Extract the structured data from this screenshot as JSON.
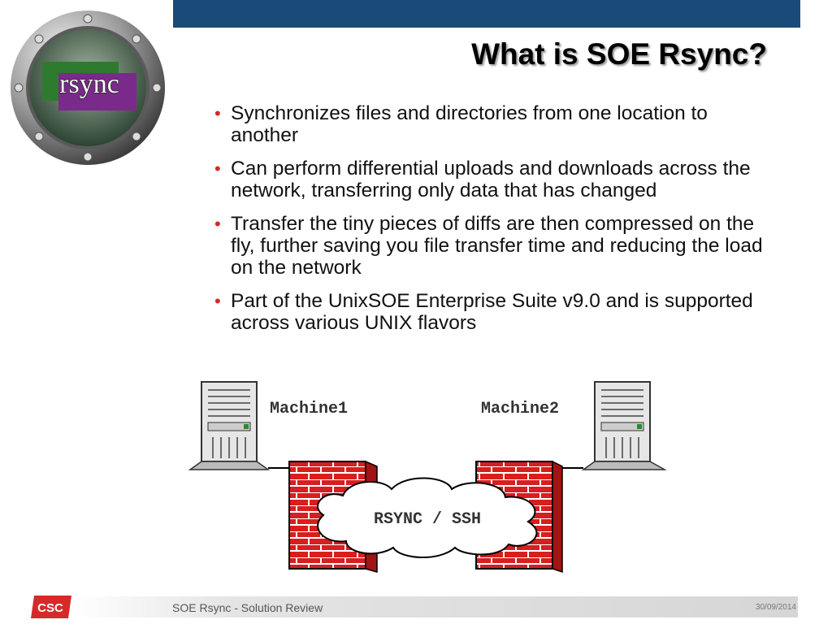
{
  "header": {
    "logo_text": "rsync",
    "title": "What is SOE Rsync?"
  },
  "bullets": [
    "Synchronizes files and directories from one location to another",
    "Can perform differential uploads and downloads across the network, transferring only data that has changed",
    "Transfer  the tiny pieces of diffs are then compressed on the fly, further saving you file transfer time and reducing the load on the network",
    "Part of the UnixSOE Enterprise Suite v9.0 and is supported across various UNIX flavors"
  ],
  "diagram": {
    "machine1_label": "Machine1",
    "machine2_label": "Machine2",
    "link_label": "RSYNC / SSH"
  },
  "footer": {
    "brand": "CSC",
    "left_text": "SOE Rsync - Solution Review",
    "date": "30/09/2014"
  },
  "colors": {
    "top_bar": "#1a4a78",
    "bullet": "#d62828",
    "firewall": "#d81e1e",
    "csc_logo": "#d42a2a"
  }
}
